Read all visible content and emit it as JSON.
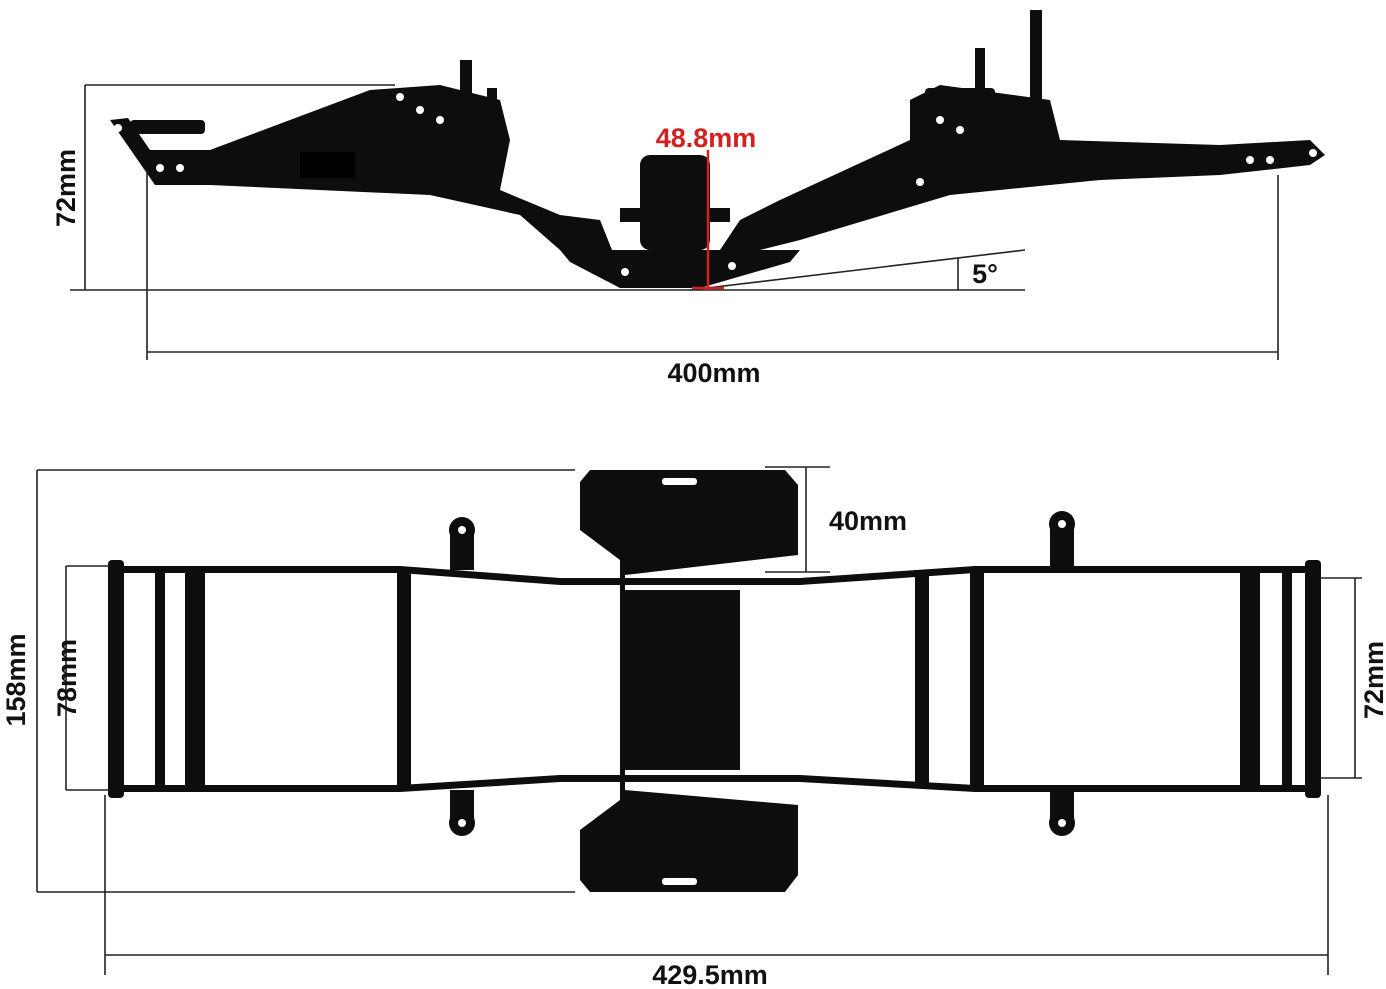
{
  "side_view": {
    "height_label": "72mm",
    "clearance_label": "48.8mm",
    "angle_label": "5°",
    "length_label": "400mm"
  },
  "top_view": {
    "skid_plate_label": "40mm",
    "overall_width_label": "158mm",
    "front_width_label": "78mm",
    "rear_width_label": "72mm",
    "length_label": "429.5mm"
  },
  "colors": {
    "dimension_line": "#222222",
    "highlight": "#d42020",
    "chassis": "#0d0d0d"
  }
}
